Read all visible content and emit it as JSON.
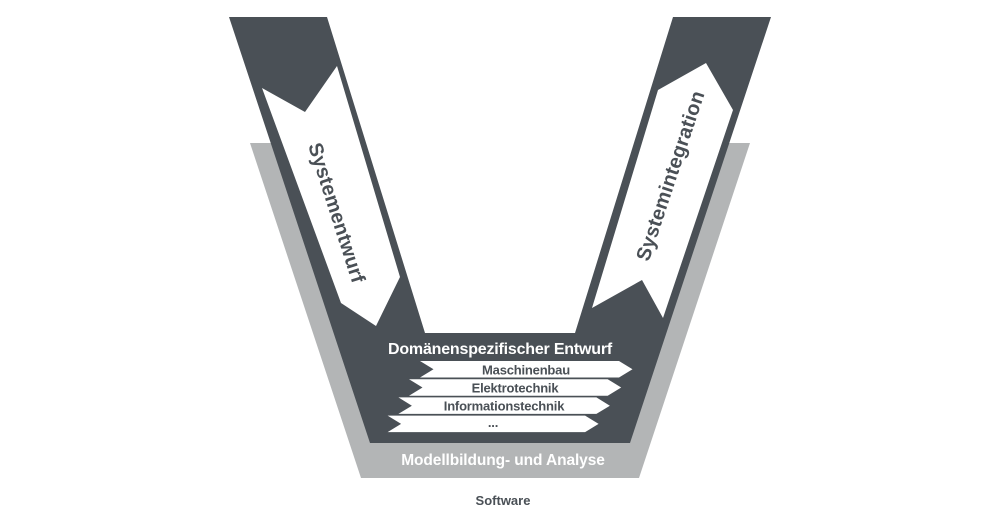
{
  "diagram": {
    "left_arm_label": "Systementwurf",
    "right_arm_label": "Systemintegration",
    "center_title": "Domänenspezifischer Entwurf",
    "domains": [
      "Maschinenbau",
      "Elektrotechnik",
      "Informationstechnik",
      "..."
    ],
    "bottom_band_label": "Modellbildung- und Analyse",
    "caption": "Software",
    "colors": {
      "dark": "#4a5056",
      "light": "#b3b5b6",
      "white": "#ffffff"
    }
  }
}
